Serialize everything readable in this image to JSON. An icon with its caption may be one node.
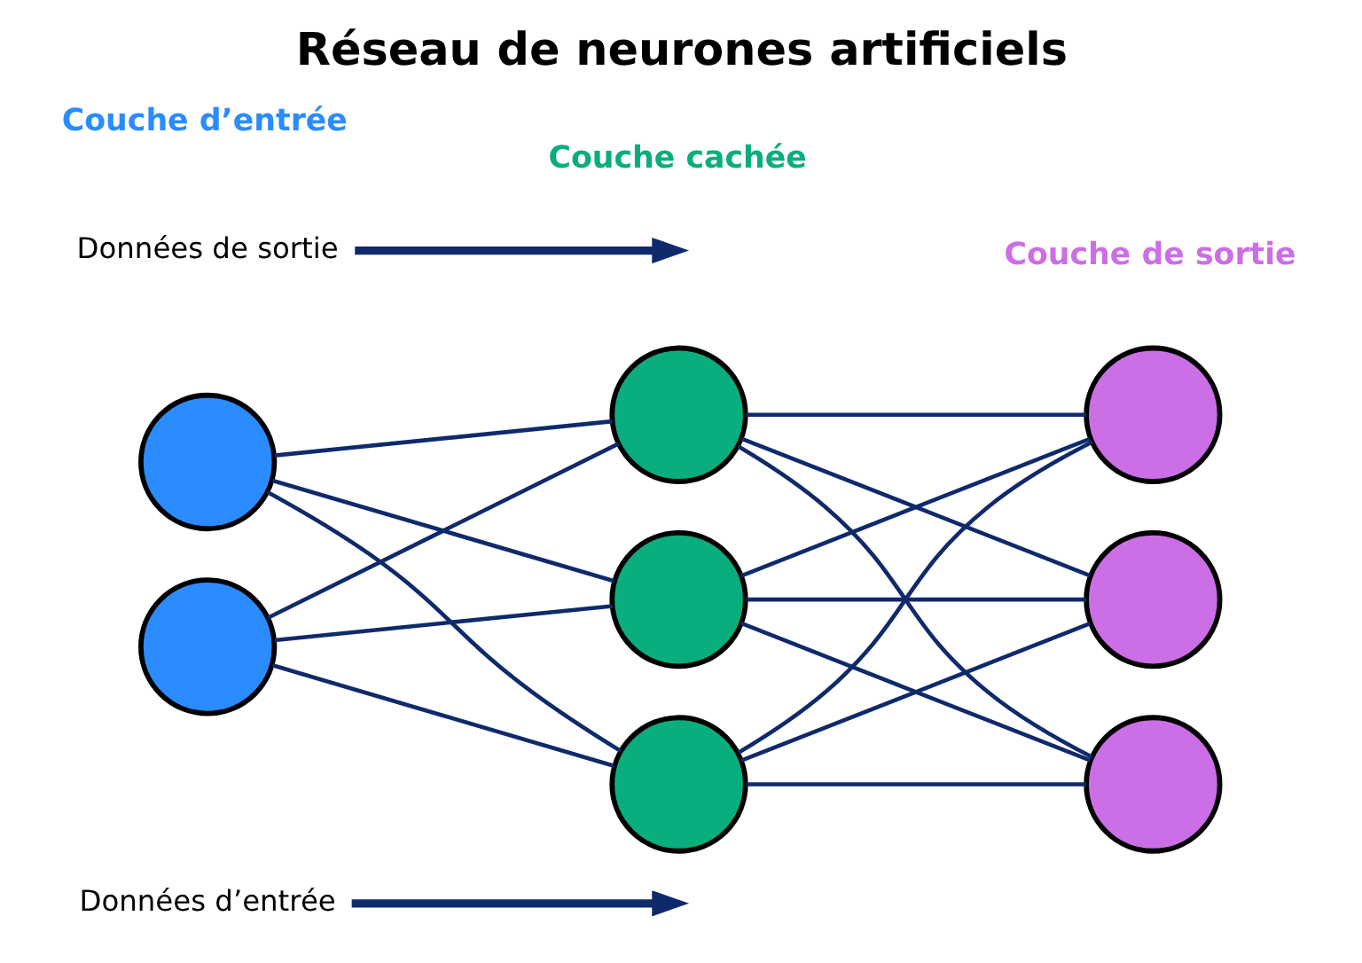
{
  "diagram": {
    "title": "Réseau de neurones artificiels",
    "nodes": [
      {
        "text": [
          "Données d’entrée"
        ]
      },
      {
        "text": [],
        "shape": "circle"
      },
      {
        "text": [],
        "shape": "circle"
      },
      {
        "text": [],
        "shape": "circle"
      },
      {
        "text": [],
        "shape": "circle"
      },
      {
        "text": [],
        "shape": "circle"
      },
      {
        "text": [],
        "shape": "circle"
      },
      {
        "text": [],
        "shape": "circle"
      },
      {
        "text": [],
        "shape": "circle"
      },
      {
        "text": [
          "Données de sortie"
        ]
      }
    ],
    "edges": [
      {
        "from": 0,
        "to": null,
        "arrow": "to",
        "style": "thick"
      },
      {
        "from": 1,
        "to": 3,
        "arrow": "none"
      },
      {
        "from": 1,
        "to": 4,
        "arrow": "none"
      },
      {
        "from": 1,
        "to": 5,
        "arrow": "none"
      },
      {
        "from": 2,
        "to": 3,
        "arrow": "none"
      },
      {
        "from": 2,
        "to": 4,
        "arrow": "none"
      },
      {
        "from": 2,
        "to": 5,
        "arrow": "none"
      },
      {
        "from": 3,
        "to": 6,
        "arrow": "none"
      },
      {
        "from": 3,
        "to": 7,
        "arrow": "none"
      },
      {
        "from": 3,
        "to": 8,
        "arrow": "none"
      },
      {
        "from": 4,
        "to": 6,
        "arrow": "none"
      },
      {
        "from": 4,
        "to": 7,
        "arrow": "none"
      },
      {
        "from": 4,
        "to": 8,
        "arrow": "none"
      },
      {
        "from": 5,
        "to": 6,
        "arrow": "none"
      },
      {
        "from": 5,
        "to": 7,
        "arrow": "none"
      },
      {
        "from": 5,
        "to": 8,
        "arrow": "none"
      },
      {
        "from": 9,
        "to": null,
        "arrow": "to",
        "style": "thick"
      }
    ],
    "labels": [
      "Couche d’entrée",
      "Couche cachée",
      "Couche de sortie"
    ]
  }
}
